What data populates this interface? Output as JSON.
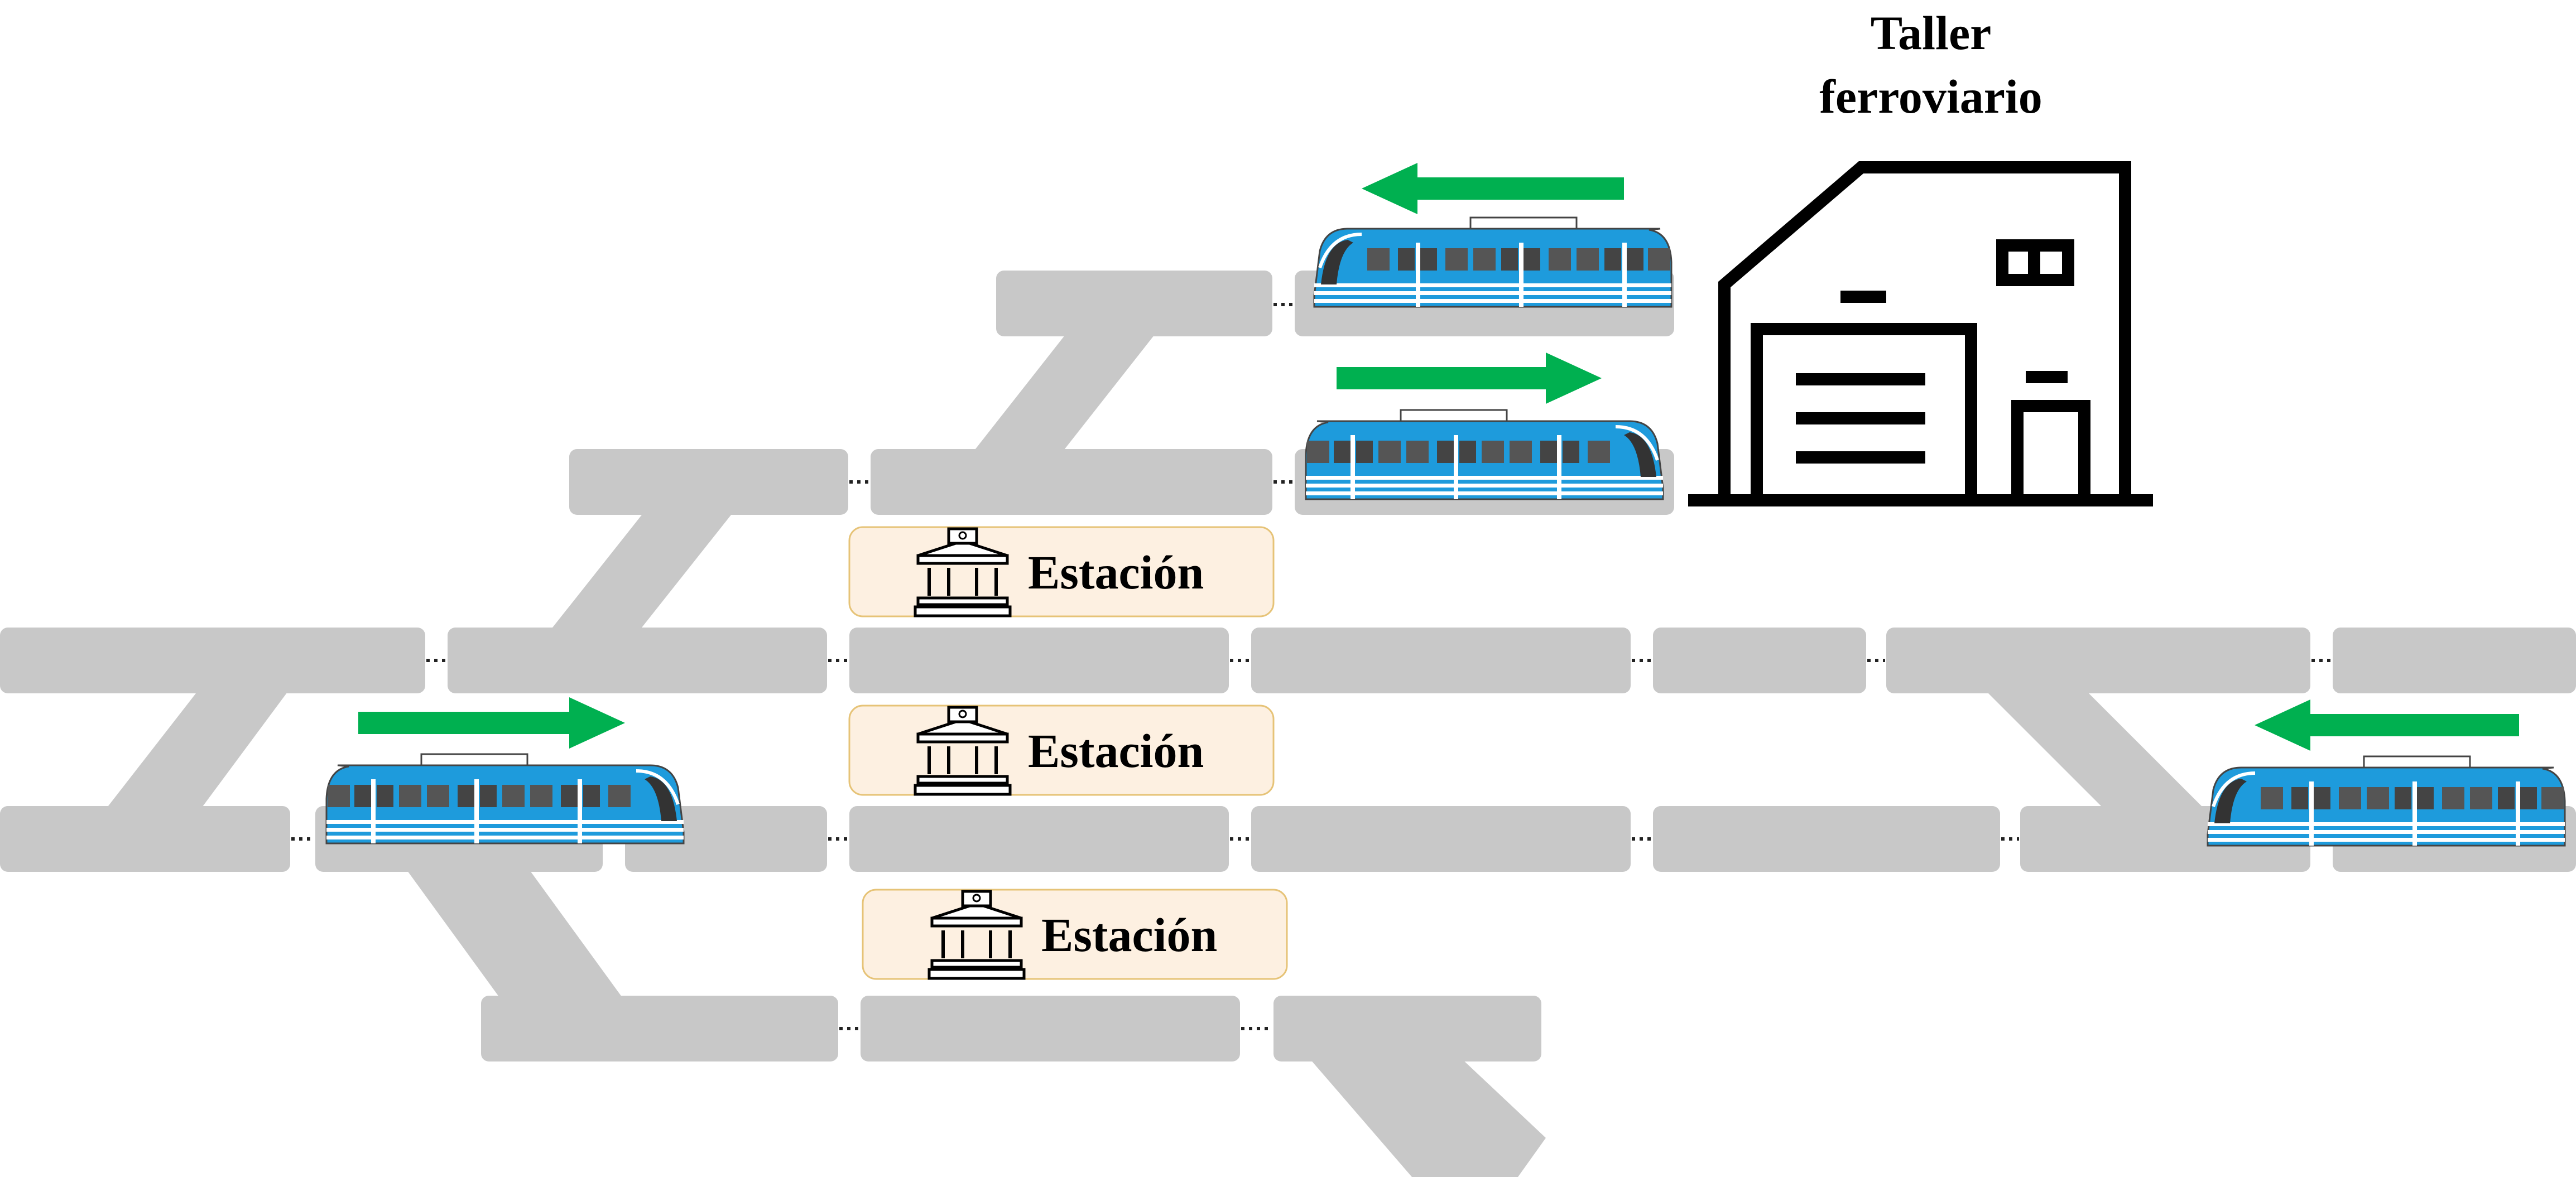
{
  "workshop": {
    "title_line1": "Taller",
    "title_line2": "ferroviario",
    "icon": "building-icon"
  },
  "stations": [
    {
      "label": "Estación",
      "icon": "station-icon"
    },
    {
      "label": "Estación",
      "icon": "station-icon"
    },
    {
      "label": "Estación",
      "icon": "station-icon"
    }
  ],
  "trains": [
    {
      "icon": "train-icon",
      "direction": "left"
    },
    {
      "icon": "train-icon",
      "direction": "right"
    },
    {
      "icon": "train-icon",
      "direction": "right"
    },
    {
      "icon": "train-icon",
      "direction": "left"
    }
  ],
  "colors": {
    "track": "#c8c8c8",
    "train_body": "#1e9bdc",
    "arrow": "#00b050",
    "station_fill": "#fdf0e1",
    "station_border": "#e6c377"
  }
}
